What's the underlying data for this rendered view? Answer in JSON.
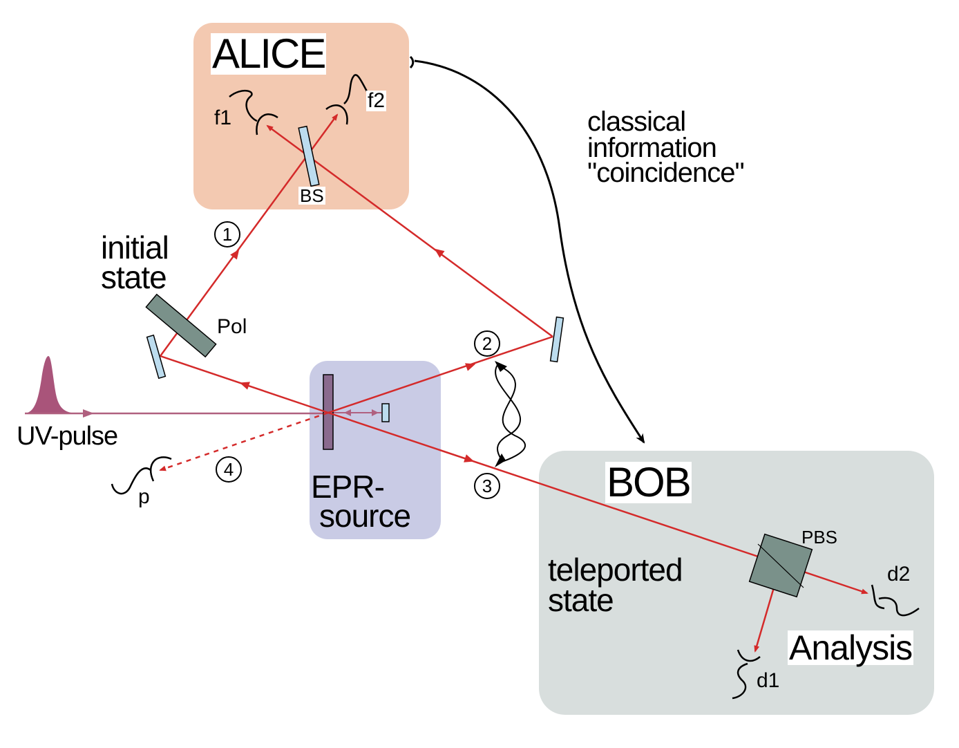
{
  "labels": {
    "alice": "ALICE",
    "bob": "BOB",
    "f1": "f1",
    "f2": "f2",
    "bs": "BS",
    "pol": "Pol",
    "pbs": "PBS",
    "d1": "d1",
    "d2": "d2",
    "p": "p",
    "uv_pulse": "UV-pulse",
    "initial_state_1": "initial",
    "initial_state_2": "state",
    "epr_1": "EPR-",
    "epr_2": "source",
    "classical_1": "classical",
    "classical_2": "information",
    "classical_3": "\"coincidence\"",
    "teleported_1": "teleported",
    "teleported_2": "state",
    "analysis": "Analysis",
    "photon_1": "1",
    "photon_2": "2",
    "photon_3": "3",
    "photon_4": "4"
  },
  "colors": {
    "alice_box": "#f3c9b1",
    "bob_box": "#d8dedd",
    "epr_box": "#c9cbe5",
    "beam": "#d42a2a",
    "uv_beam": "#b0607f",
    "uv_pulse": "#a9547a",
    "optic_blue": "#bcdcee",
    "polarizer": "#7a918a",
    "crystal": "#8a6a8e"
  }
}
